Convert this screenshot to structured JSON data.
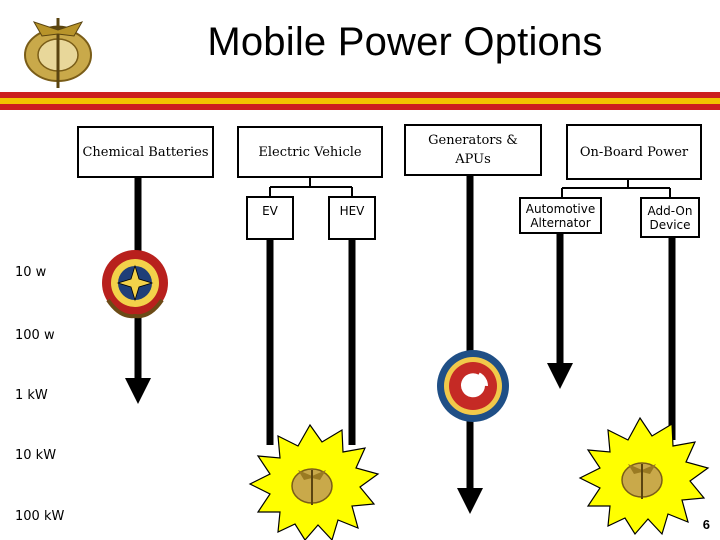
{
  "title": "Mobile Power Options",
  "colors": {
    "stripe_red": "#cc1f1f",
    "stripe_gold": "#f2c400",
    "burst_yellow": "#ffff00",
    "arrow": "#000000"
  },
  "categories": {
    "chemical": "Chemical Batteries",
    "electric_vehicle": "Electric Vehicle",
    "generators": "Generators & APUs",
    "onboard": "On-Board Power"
  },
  "sub_items": {
    "ev": "EV",
    "hev": "HEV",
    "alternator": "Automotive Alternator",
    "addon": "Add-On Device"
  },
  "power_scale": [
    "10 w",
    "100 w",
    "1 kW",
    "10 kW",
    "100 kW"
  ],
  "icons": [
    "usmc-emblem-icon",
    "army-signal-emblem-icon",
    "cerl-seal-icon",
    "burst-emblem-icon"
  ],
  "page_number": "6"
}
